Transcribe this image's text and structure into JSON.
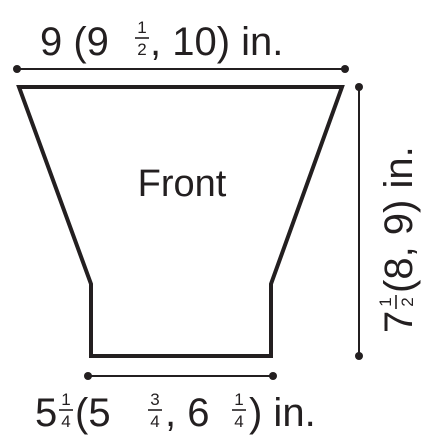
{
  "diagram": {
    "piece_label": "Front",
    "top_width": {
      "main": "9 (9",
      "frac_num": "1",
      "frac_den": "2",
      "rest": ", 10) in."
    },
    "bottom_width": {
      "part1": "5",
      "frac1_num": "1",
      "frac1_den": "4",
      "part2": " (5",
      "frac2_num": "3",
      "frac2_den": "4",
      "part3": ", 6",
      "frac3_num": "1",
      "frac3_den": "4",
      "part4": ") in."
    },
    "height": {
      "part1": "7",
      "frac_num": "1",
      "frac_den": "2",
      "rest": " (8, 9) in."
    },
    "colors": {
      "ink": "#231f20",
      "background": "#ffffff"
    }
  }
}
